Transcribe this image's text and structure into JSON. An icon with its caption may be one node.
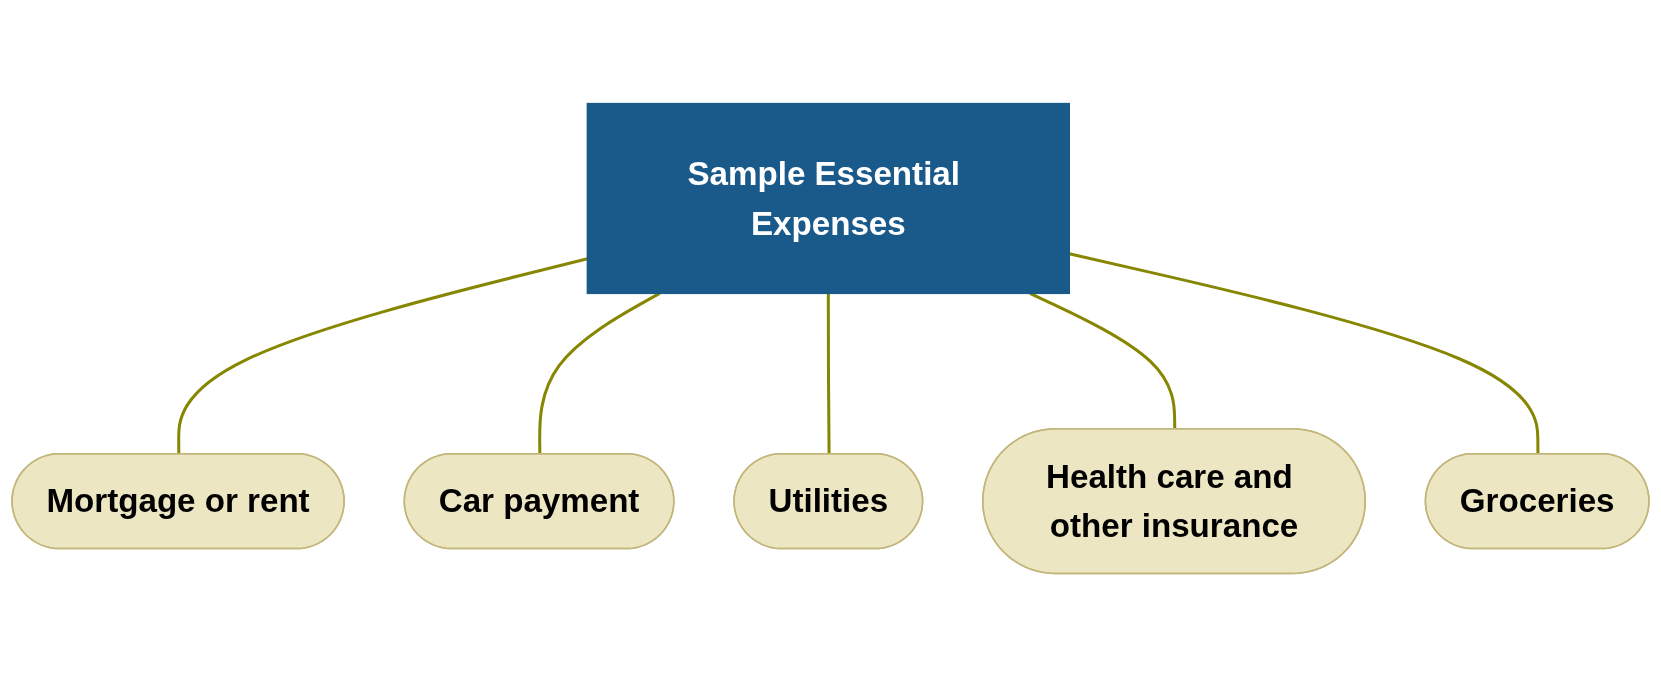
{
  "diagram": {
    "nodes": [
      {
        "text": [
          "Sample Essential Expenses"
        ]
      },
      {
        "text": [
          "Mortgage or rent"
        ]
      },
      {
        "text": [
          "Car payment"
        ]
      },
      {
        "text": [
          "Utilities"
        ]
      },
      {
        "text": [
          "Health care and other insurance"
        ]
      },
      {
        "text": [
          "Groceries"
        ]
      }
    ],
    "edges": [
      {
        "from": 0,
        "to": 1,
        "arrow": "none"
      },
      {
        "from": 0,
        "to": 2,
        "arrow": "none"
      },
      {
        "from": 0,
        "to": 3,
        "arrow": "none"
      },
      {
        "from": 0,
        "to": 4,
        "arrow": "none"
      },
      {
        "from": 0,
        "to": 5,
        "arrow": "none"
      }
    ]
  }
}
